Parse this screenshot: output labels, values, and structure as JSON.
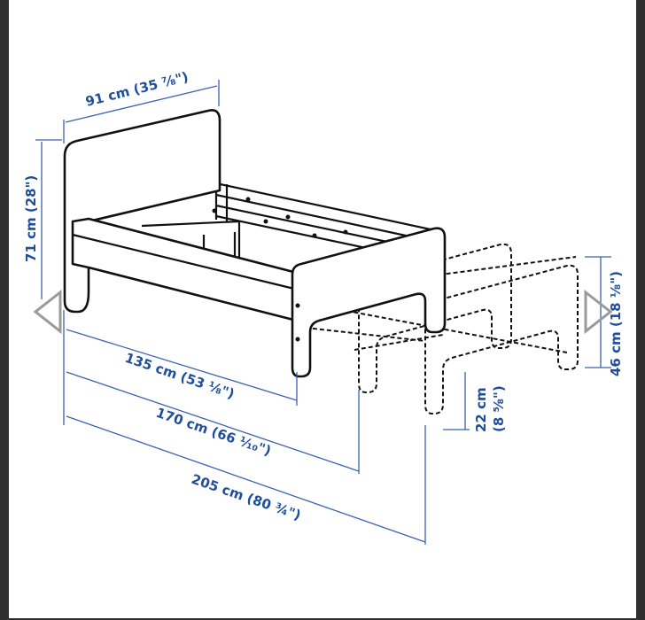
{
  "dimensions": {
    "width": "91 cm (35 ⅞\")",
    "height": "71 cm (28\")",
    "length_min": "135 cm (53 ⅛\")",
    "length_mid": "170 cm (66 ¹⁄₁₀\")",
    "length_max": "205 cm (80 ¾\")",
    "footboard_height": "46 cm (18 ⅛\")",
    "clearance_line1": "22 cm",
    "clearance_line2": "(8 ⅝\")"
  },
  "nav": {
    "prev_icon": "triangle-left-icon",
    "next_icon": "triangle-right-icon"
  },
  "colors": {
    "dimension_text": "#1f4f9c",
    "dimension_line": "#3b62ad",
    "frame": "#2f2f2f"
  }
}
